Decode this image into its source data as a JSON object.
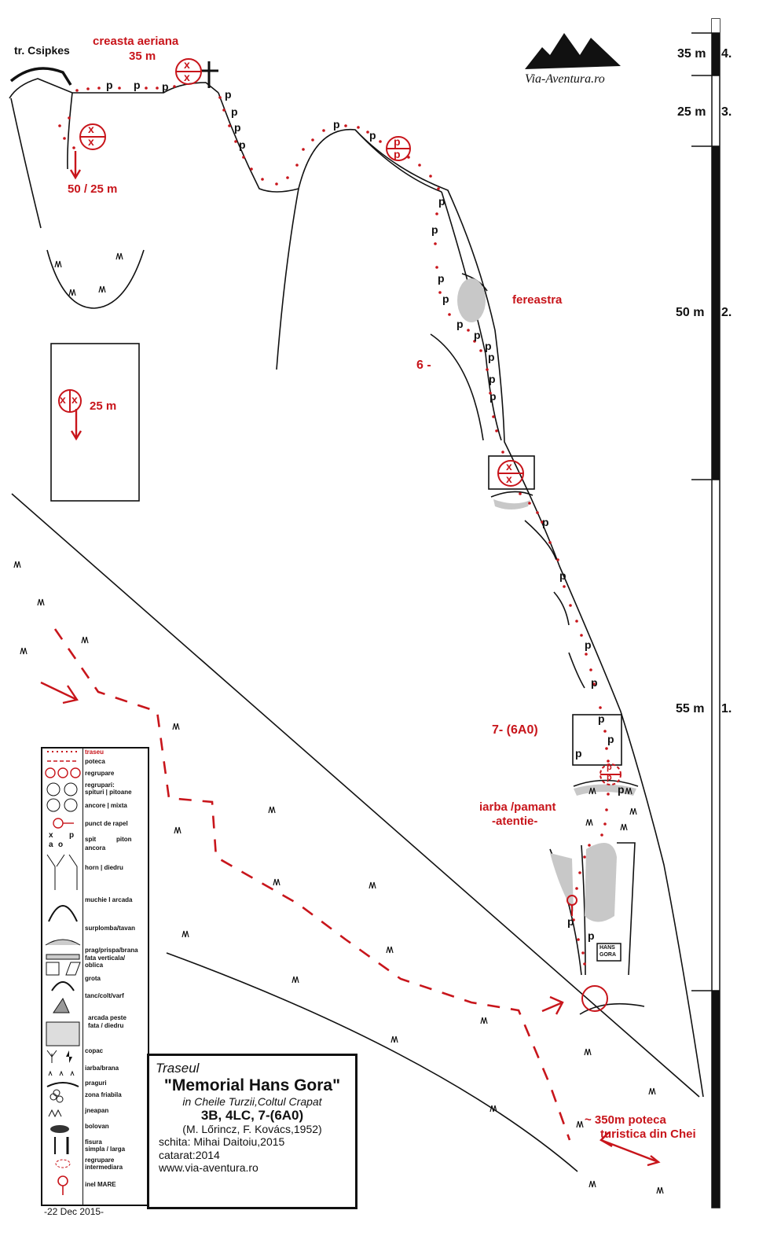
{
  "labels": {
    "traverse": "tr. Csipkes",
    "ridge_line1": "creasta aeriana",
    "ridge_line2": "35 m",
    "rappel1": "50 / 25 m",
    "rappel2": "25 m",
    "window": "fereastra",
    "grade6": "6 -",
    "grade7": "7- (6A0)",
    "grass1": "iarba /pamant",
    "grass2": "-atentie-",
    "path1": "~ 350m poteca",
    "path2": "turistica din Chei",
    "plaque_line1": "HANS",
    "plaque_line2": "GORA",
    "logo": "Via-Aventura.ro",
    "date": "-22 Dec 2015-"
  },
  "scale": [
    {
      "len": "35 m",
      "pitch": "4."
    },
    {
      "len": "25 m",
      "pitch": "3."
    },
    {
      "len": "50 m",
      "pitch": "2."
    },
    {
      "len": "55 m",
      "pitch": "1."
    }
  ],
  "legend": [
    "traseu",
    "poteca",
    "regrupare",
    "regrupari:",
    "spituri | pitoane",
    "ancore | mixta",
    "punct de rapel",
    "spit",
    "piton",
    "ancora",
    "horn  |  diedru",
    "muchie I arcada",
    "surplomba/tavan",
    "prag/prispa/brana",
    "fata verticala/",
    "oblica",
    "grota",
    "tanc/colt/varf",
    "arcada peste",
    "fata  /  diedru",
    "copac",
    "iarba/brana",
    "praguri",
    "zona friabila",
    "jneapan",
    "bolovan",
    "fisura",
    "simpla  /  larga",
    "regrupare",
    "intermediara",
    "inel MARE"
  ],
  "legend_symbols": {
    "x": "x",
    "p": "p",
    "a": "a",
    "o": "o"
  },
  "info": {
    "l1": "Traseul",
    "l2": "\"Memorial Hans Gora\"",
    "l3": "in Cheile Turzii,Coltul Crapat",
    "l4": "3B, 4LC, 7-(6A0)",
    "l5": "(M. Lőrincz, F. Kovács,1952)",
    "l6": "schita: Mihai Daitoiu,2015",
    "l7": "catarat:2014",
    "l8": "www.via-aventura.ro"
  },
  "colors": {
    "route": "#c8151b",
    "rock": "#111111",
    "shade": "#c8c8c8"
  }
}
